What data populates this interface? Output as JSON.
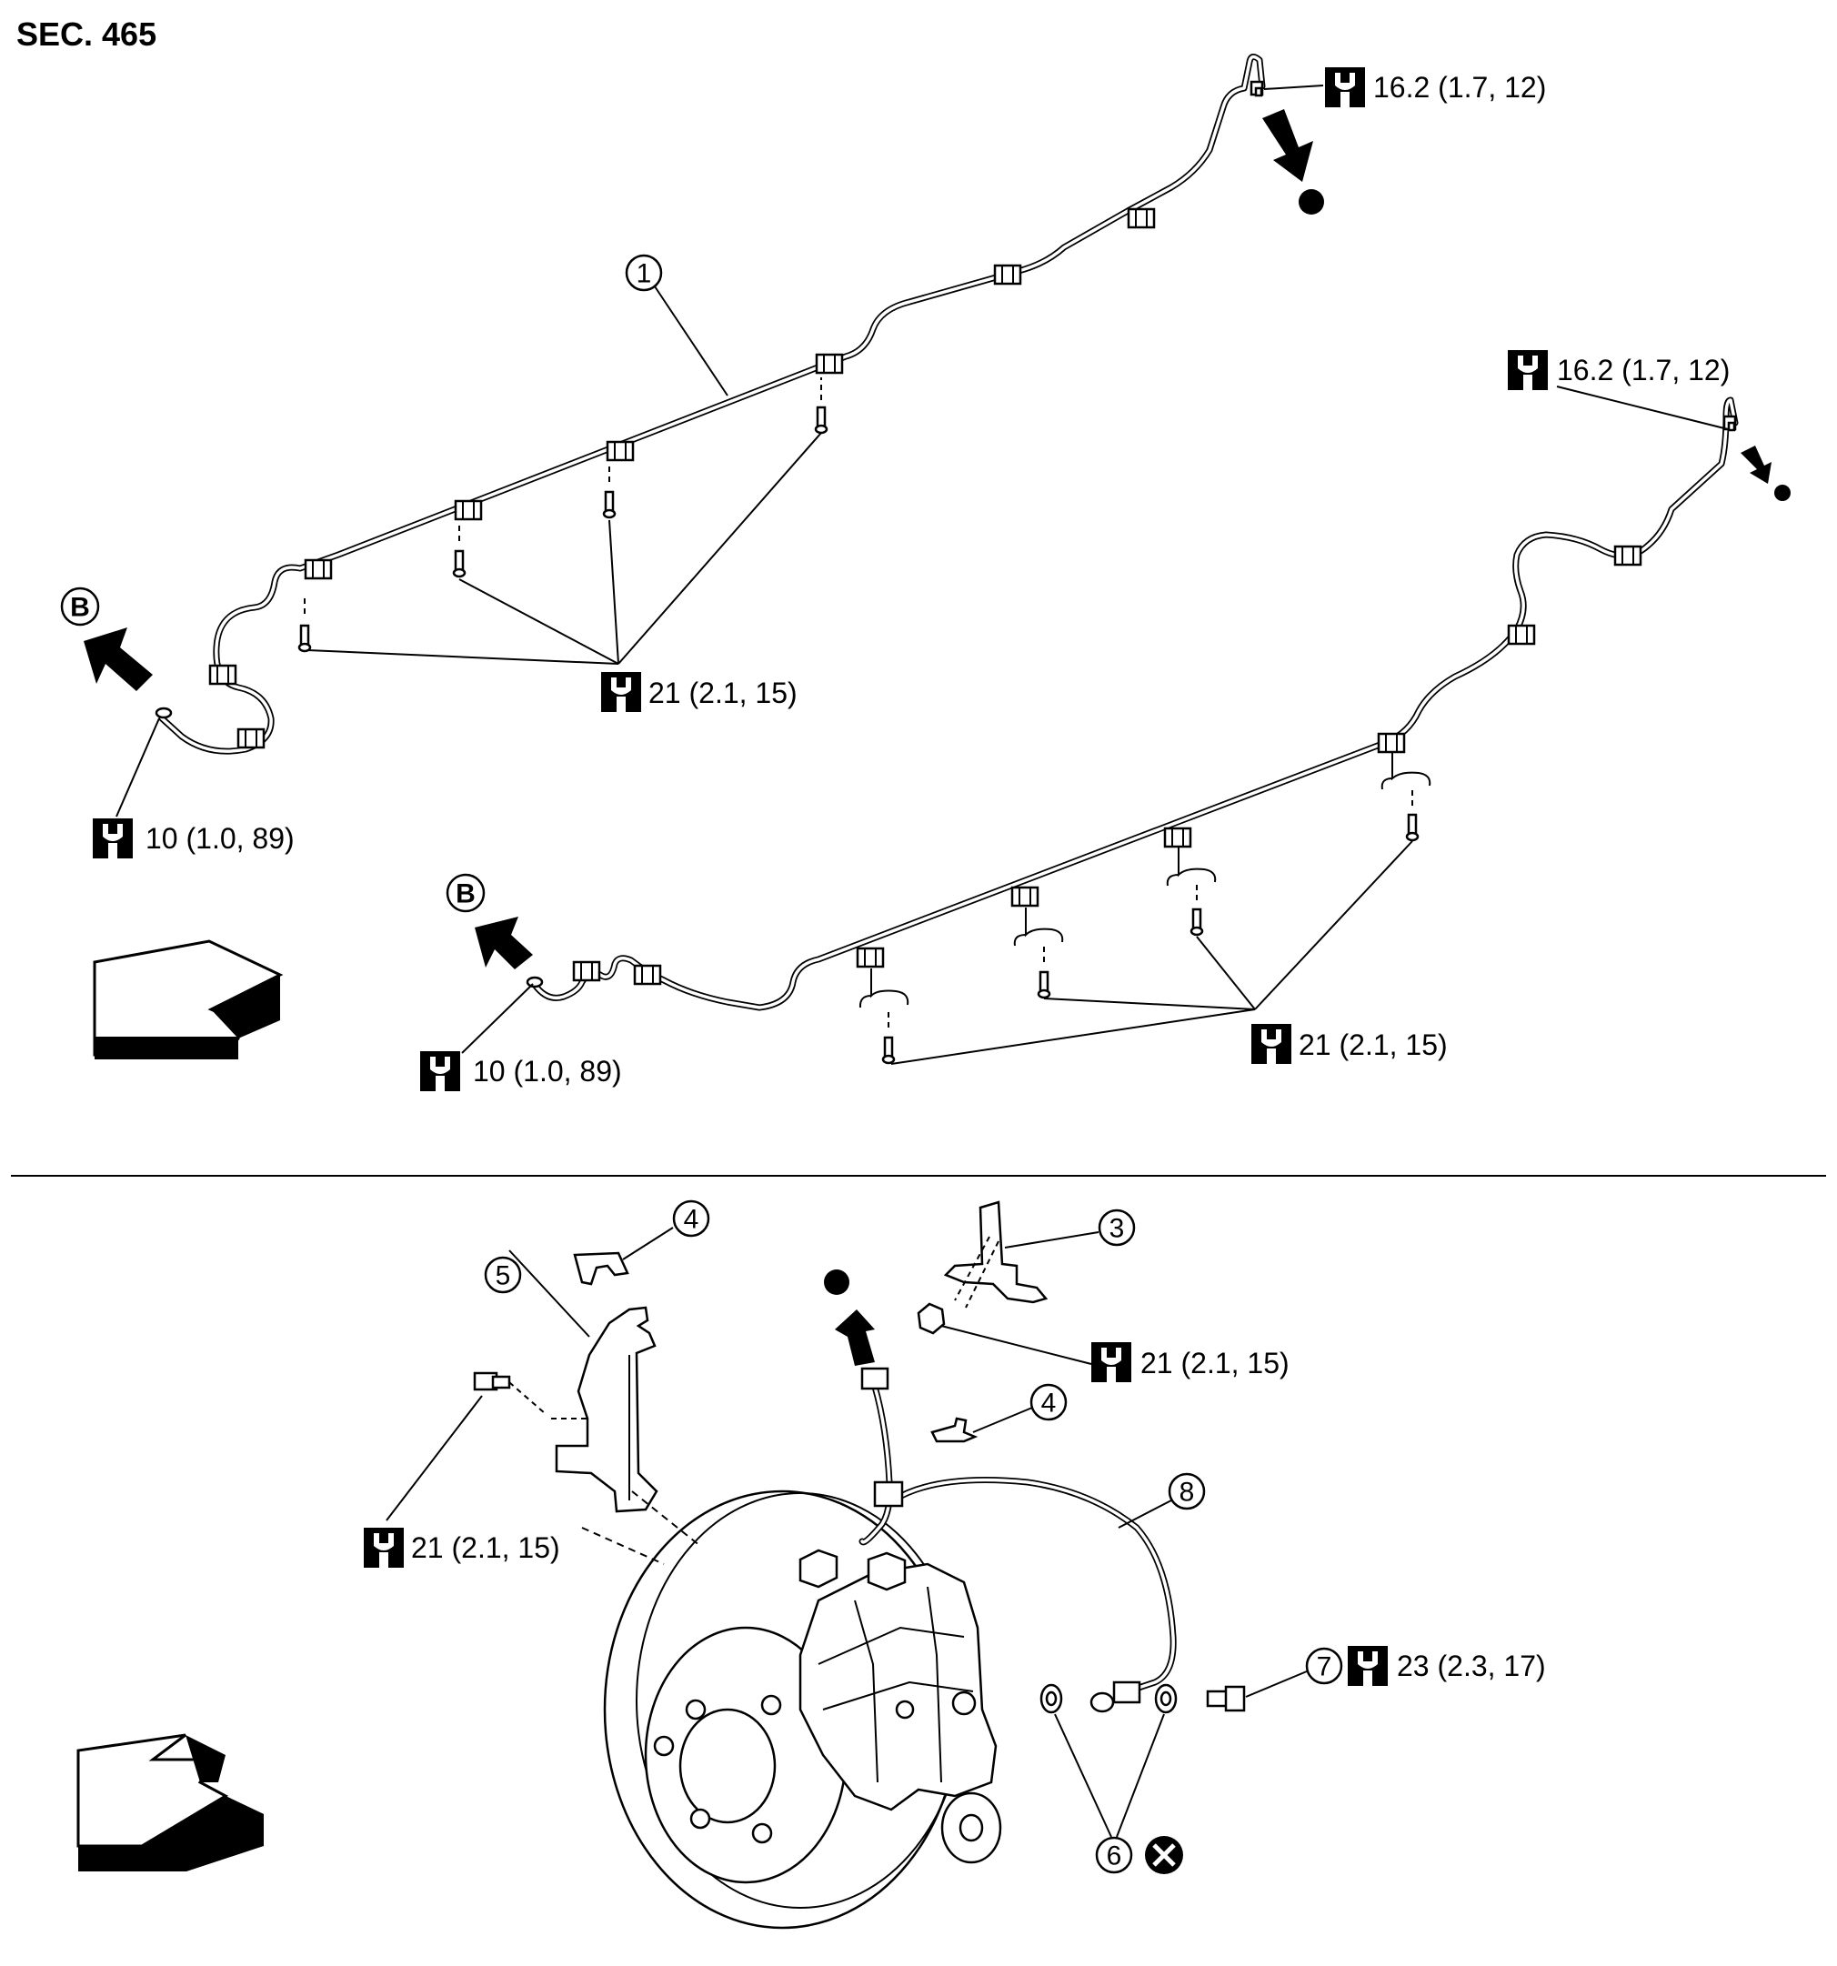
{
  "header": {
    "section_label": "SEC. 465"
  },
  "callouts": {
    "c1": "1",
    "c3": "3",
    "c4a": "4",
    "c4b": "4",
    "c5": "5",
    "c6": "6",
    "c7": "7",
    "c8": "8",
    "cB1": "B",
    "cB2": "B"
  },
  "torque": {
    "t_top_right": "16.2 (1.7, 12)",
    "t_right_upper": "16.2 (1.7, 12)",
    "t_clamp_upper": "21 (2.1, 15)",
    "t_end_upper": "10 (1.0, 89)",
    "t_end_lower": "10 (1.0, 89)",
    "t_clamp_lower": "21 (2.1, 15)",
    "t_bracket_nut": "21 (2.1, 15)",
    "t_bracket_bolt": "21 (2.1, 15)",
    "t_union_bolt": "23 (2.3, 17)"
  },
  "icons": {
    "torque": "torque-wrench-icon",
    "front": "front-direction-arrow-icon",
    "connection": "connection-point-icon",
    "no_reuse": "do-not-reuse-icon"
  },
  "colors": {
    "ink": "#000000",
    "paper": "#ffffff"
  }
}
